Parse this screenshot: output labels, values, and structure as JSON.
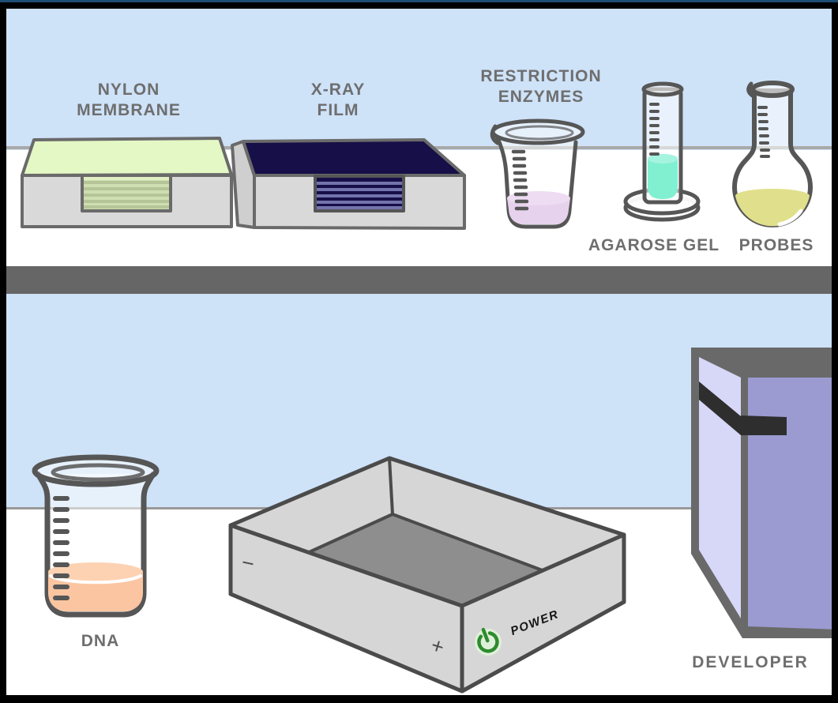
{
  "top_shelf": {
    "nylon_membrane": {
      "label": "NYLON\nMEMBRANE"
    },
    "xray_film": {
      "label": "X-RAY\nFILM"
    },
    "restriction_enzymes": {
      "label": "RESTRICTION\nENZYMES"
    },
    "agarose_gel": {
      "label": "AGAROSE GEL"
    },
    "probes": {
      "label": "PROBES"
    }
  },
  "bench": {
    "dna": {
      "label": "DNA"
    },
    "gel_box": {
      "negative_electrode": "−",
      "positive_electrode": "+",
      "power_label": "POWER"
    },
    "developer": {
      "label": "DEVELOPER"
    }
  },
  "colors": {
    "wall-blue": "#cee2f8",
    "divider-gray": "#666666",
    "shelf-line": "#a9a9a9",
    "floor-line": "#999999",
    "label-gray": "#6e6e6e",
    "outline": "#565656",
    "tray-outline": "#6a6a6a",
    "tray-front": "#d9d9d9",
    "membrane-top": "#e3f8c5",
    "membrane-sheet-light": "#cfdfb2",
    "membrane-sheet-dark": "#b5c598",
    "film-top": "#170f47",
    "film-sheet-light": "#7373ad",
    "enzyme-liquid": "#e6d2ec",
    "enzyme-liquid-top": "#eedcf2",
    "agarose-liquid": "#80f0d0",
    "agarose-liquid-top": "#a5f4e0",
    "probes-liquid": "#e0e08c",
    "dna-liquid": "#fbc5a1",
    "dna-liquid-top": "#fdd2b2",
    "box-gray": "#d6d6d6",
    "box-floor": "#8e8e8e",
    "box-outline": "#4b4b4b",
    "dev-frame": "#696969",
    "dev-light": "#d7d7f8",
    "dev-dark": "#9b9bd2",
    "dev-handle": "#2e2e2e",
    "power-green": "#2e8b2e",
    "power-glow": "#dff0da",
    "top-line-blue": "#1d4e74",
    "border-black": "#000000"
  }
}
